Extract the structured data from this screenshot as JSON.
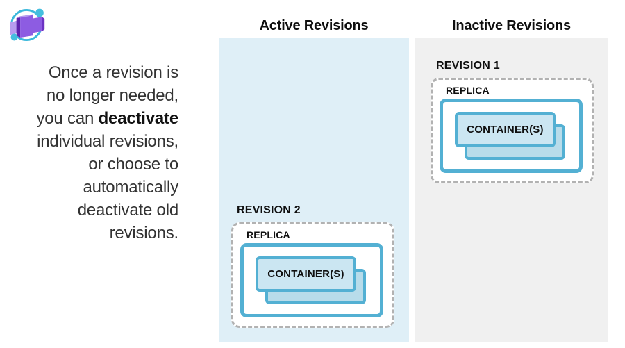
{
  "logo": {
    "name": "azure-container-apps-logo",
    "orbit_color": "#3cb9dc",
    "dot_color": "#44bede",
    "cube_front_color": "#8d5ce2",
    "cube_side_color": "#5d24ae",
    "cube_top_color": "#b79cef"
  },
  "intro": {
    "text_before_bold": "Once a revision is\nno longer needed,\nyou can ",
    "text_bold": "deactivate",
    "text_after_bold": "\nindividual revisions,\nor choose to\nautomatically\ndeactivate old\nrevisions."
  },
  "active_panel": {
    "title": "Active Revisions",
    "background": "#dfeff7",
    "revision": {
      "label": "REVISION 2",
      "replica_label": "REPLICA",
      "container_label": "CONTAINER(S)"
    }
  },
  "inactive_panel": {
    "title": "Inactive Revisions",
    "background": "#f0f0f0",
    "revision": {
      "label": "REVISION 1",
      "replica_label": "REPLICA",
      "container_label": "CONTAINER(S)"
    }
  },
  "colors": {
    "box_border_blue": "#53b0d3",
    "container_front_fill": "#cbe6f2",
    "container_back_fill": "#b8dcea",
    "dashed_border_gray": "#b2b2b2",
    "heading_text": "#0f0f0f",
    "body_text": "#333333"
  }
}
